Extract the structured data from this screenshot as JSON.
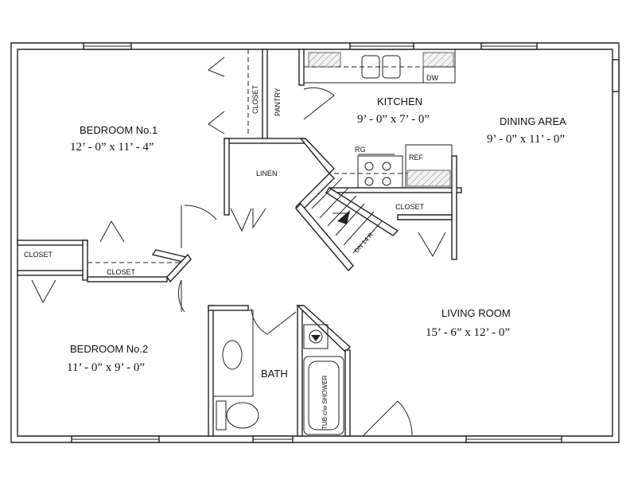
{
  "rooms": {
    "bedroom1": {
      "name": "BEDROOM No.1",
      "size": "12’ - 0” x 11’ - 4”"
    },
    "bedroom2": {
      "name": "BEDROOM No.2",
      "size": "11’ - 0” x 9’ - 0”"
    },
    "kitchen": {
      "name": "KITCHEN",
      "size": "9’ - 0” x 7’ - 0”"
    },
    "dining": {
      "name": "DINING AREA",
      "size": "9’ - 0” x 11’ - 0”"
    },
    "living": {
      "name": "LIVING ROOM",
      "size": "15’ - 6” x 12’ - 0”"
    },
    "bath": {
      "name": "BATH"
    }
  },
  "labels": {
    "closet": "CLOSET",
    "pantry": "PANTRY",
    "linen": "LINEN",
    "dw": "DW",
    "rg": "RG",
    "ref": "REF",
    "stairs": "DN 14 R",
    "tub": "TUB c/w SHOWER"
  }
}
